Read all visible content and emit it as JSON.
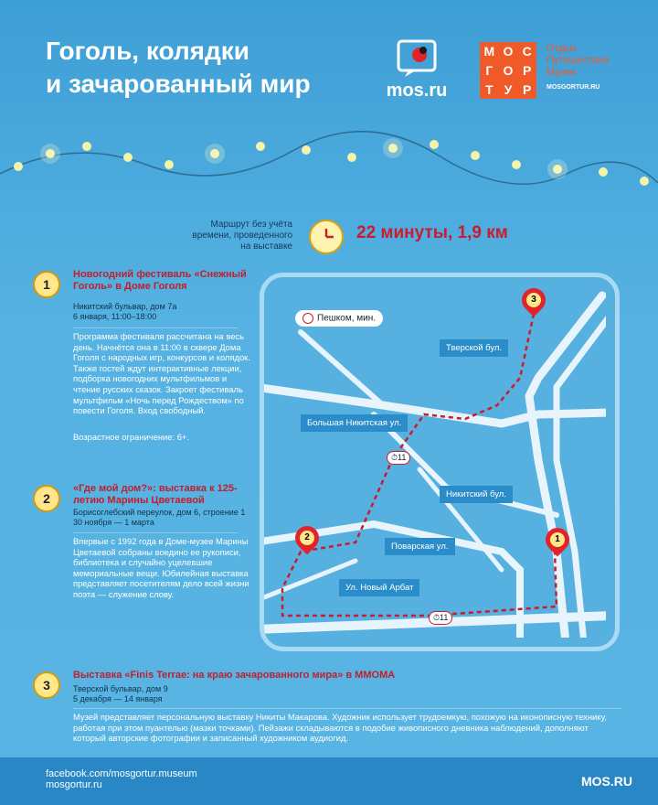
{
  "header": {
    "title_line1": "Гоголь, колядки",
    "title_line2": "и зачарованный мир",
    "mos_label": "mos.ru",
    "mgt_letters": [
      "М",
      "О",
      "С",
      "Г",
      "О",
      "Р",
      "Т",
      "У",
      "Р"
    ],
    "mgt_links": [
      "Отдых",
      "Путешествия",
      "Музеи"
    ],
    "mgt_url": "MOSGORTUR.RU"
  },
  "route": {
    "caption_lines": [
      "Маршрут без учёта",
      "времени, проведенного",
      "на выставке"
    ],
    "value": "22 минуты, 1,9 км"
  },
  "items": [
    {
      "num": "1",
      "title": "Новогодний фестиваль «Снежный Гоголь» в Доме Гоголя",
      "address": "Никитский бульвар, дом 7а",
      "date": "6 января, 11:00–18:00",
      "text": "Программа фестиваля рассчитана на весь день. Начнётся она в 11:00 в сквере Дома Гоголя с народных игр, конкурсов и колядок. Также гостей ждут интерактивные лекции, подборка новогодних мультфильмов и чтение русских сказок. Закроет фестиваль мультфильм «Ночь перед Рождеством» по повести Гоголя. Вход свободный.",
      "age": "Возрастное ограничение: 6+."
    },
    {
      "num": "2",
      "title": "«Где мой дом?»: выставка к 125-летию Марины Цветаевой",
      "address": "Борисоглебский переулок, дом 6, строение 1",
      "date": "30 ноября — 1 марта",
      "text": "Впервые с 1992 года в Доме-музее Марины Цветаевой собраны воедино ее рукописи, библиотека и случайно уцелевшие мемориальные вещи. Юбилейная выставка представляет посетителям дело всей жизни поэта — служение слову."
    },
    {
      "num": "3",
      "title": "Выставка «Finis Terrae: на краю зачарованного мира» в ММОМА",
      "address": "Тверской бульвар, дом 9",
      "date": "5 декабря — 14 января",
      "text": "Музей представляет персональную выставку Никиты Макарова. Художник использует трудоемкую, похожую на иконописную технику, работая при этом пуантелью (мазки точками). Пейзажи складываются в подобие живописного дневника наблюдений, дополняют который авторские фотографии и записанный художником аудиогид."
    }
  ],
  "map": {
    "legend": "Пешком, мин.",
    "streets": [
      "Тверской бул.",
      "Большая Никитская ул.",
      "Никитский бул.",
      "Поварская ул.",
      "Ул. Новый Арбат"
    ],
    "time_badges": [
      "11",
      "11"
    ],
    "pins": [
      "1",
      "2",
      "3"
    ]
  },
  "footer": {
    "facebook": "facebook.com/mosgortur.museum",
    "site": "mosgortur.ru",
    "mos": "MOS.RU"
  },
  "colors": {
    "accent_red": "#c91c2c",
    "orange": "#f05a28",
    "bg_blue": "#4aa9dc"
  }
}
